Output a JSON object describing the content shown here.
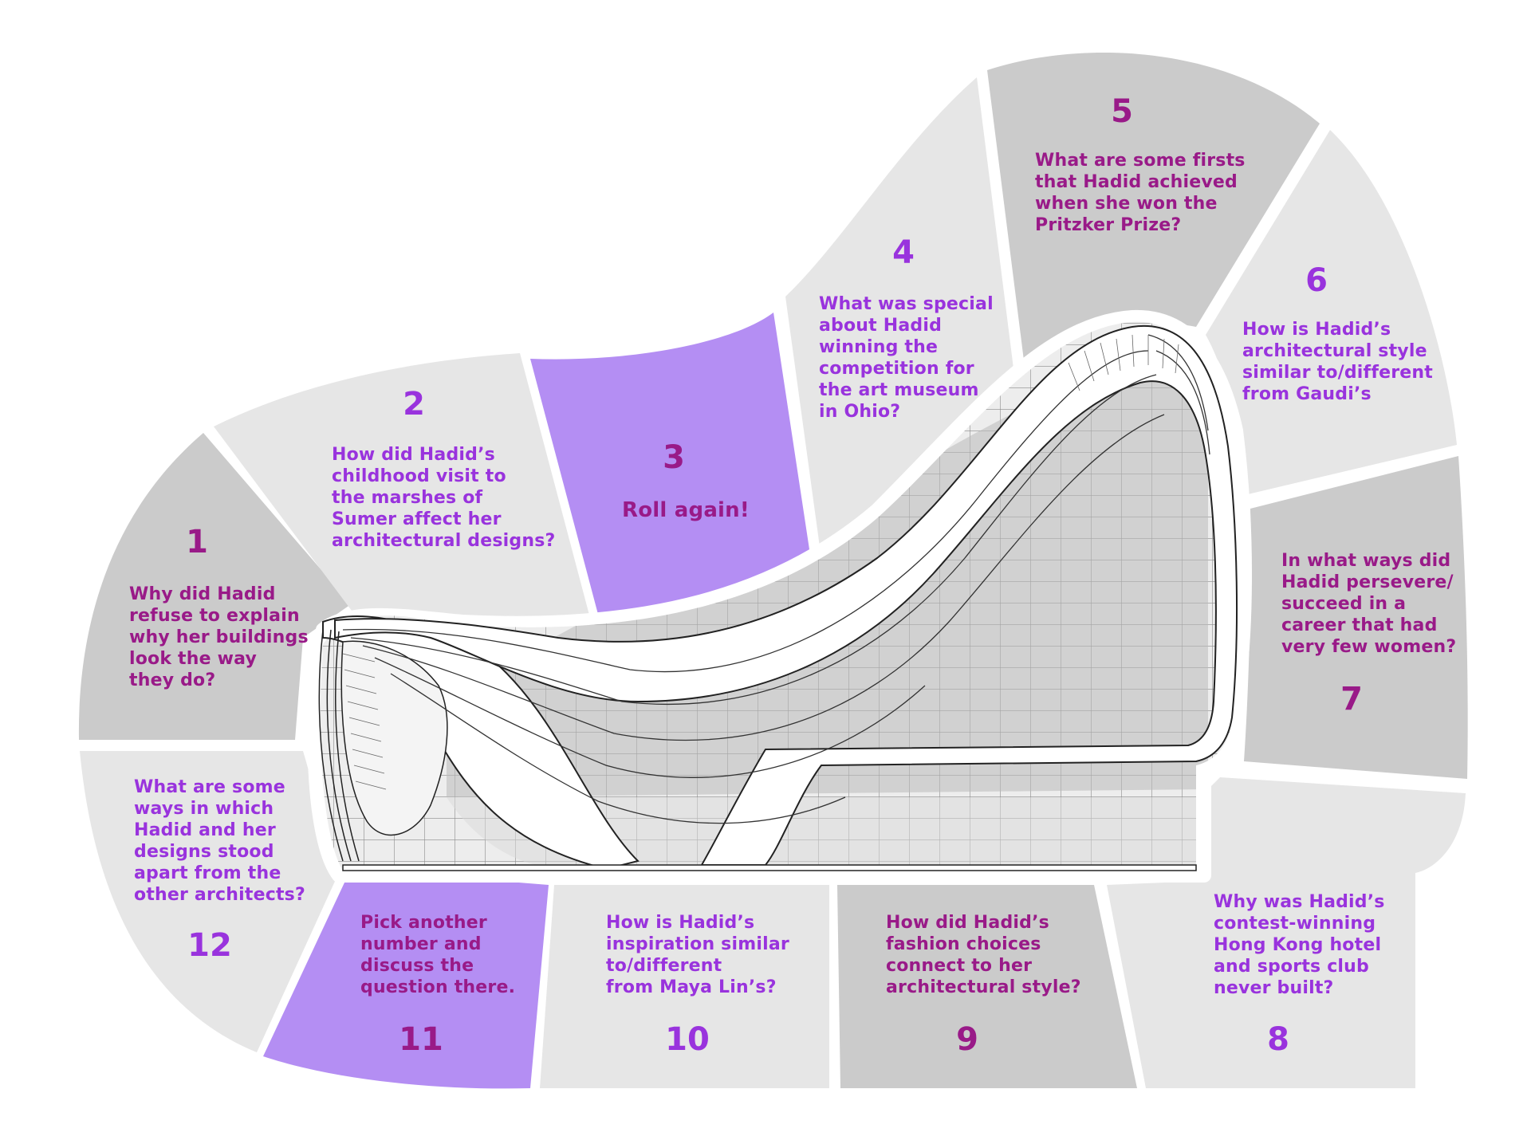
{
  "colors": {
    "light_gray": "#e6e6e6",
    "dark_gray": "#cbcbcb",
    "lavender": "#b48ef3",
    "purple_text": "#9933dd",
    "magenta_text": "#991a88"
  },
  "spaces": [
    {
      "number": "1",
      "text": "Why did Hadid\nrefuse to explain\nwhy her buildings\nlook the way\nthey do?"
    },
    {
      "number": "2",
      "text": "How did Hadid’s\nchildhood visit to\nthe marshes of\nSumer affect her\narchitectural designs?"
    },
    {
      "number": "3",
      "text": "Roll again!"
    },
    {
      "number": "4",
      "text": "What was special\nabout Hadid\nwinning the\ncompetition for\nthe art museum\nin Ohio?"
    },
    {
      "number": "5",
      "text": "What are some firsts\nthat Hadid achieved\nwhen she won the\nPritzker Prize?"
    },
    {
      "number": "6",
      "text": "How is Hadid’s\narchitectural style\nsimilar to/different\nfrom Gaudi’s"
    },
    {
      "number": "7",
      "text": "In what ways did\nHadid persevere/\nsucceed in  a\ncareer that had\nvery few women?"
    },
    {
      "number": "8",
      "text": "Why was Hadid’s\ncontest-winning\nHong Kong hotel\nand sports club\nnever built?"
    },
    {
      "number": "9",
      "text": "How did Hadid’s\nfashion choices\nconnect to her\narchitectural style?"
    },
    {
      "number": "10",
      "text": "How is Hadid’s\ninspiration similar\nto/different\nfrom Maya Lin’s?"
    },
    {
      "number": "11",
      "text": "Pick another\nnumber and\ndiscuss the\nquestion there."
    },
    {
      "number": "12",
      "text": "What are some\nways in which\nHadid and her\ndesigns stood\napart from the\nother architects?"
    }
  ]
}
